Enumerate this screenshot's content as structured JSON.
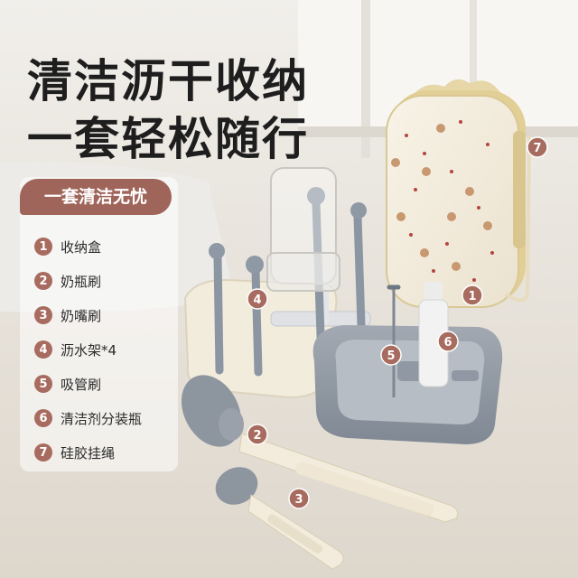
{
  "headline": {
    "line1": "清洁沥干收纳",
    "line2": "一套轻松随行"
  },
  "tag": "一套清洁无忧",
  "items": [
    {
      "num": "1",
      "label": "收纳盒"
    },
    {
      "num": "2",
      "label": "奶瓶刷"
    },
    {
      "num": "3",
      "label": "奶嘴刷"
    },
    {
      "num": "4",
      "label": "沥水架*4"
    },
    {
      "num": "5",
      "label": "吸管刷"
    },
    {
      "num": "6",
      "label": "清洁剂分装瓶"
    },
    {
      "num": "7",
      "label": "硅胶挂绳"
    }
  ],
  "callouts": {
    "c1": "1",
    "c2": "2",
    "c3": "3",
    "c4": "4",
    "c5": "5",
    "c6": "6",
    "c7": "7"
  },
  "colors": {
    "accent": "#a0655a",
    "badge": "#a86b5f",
    "tray": "#8e96a0",
    "box": "#f3ecdc"
  }
}
